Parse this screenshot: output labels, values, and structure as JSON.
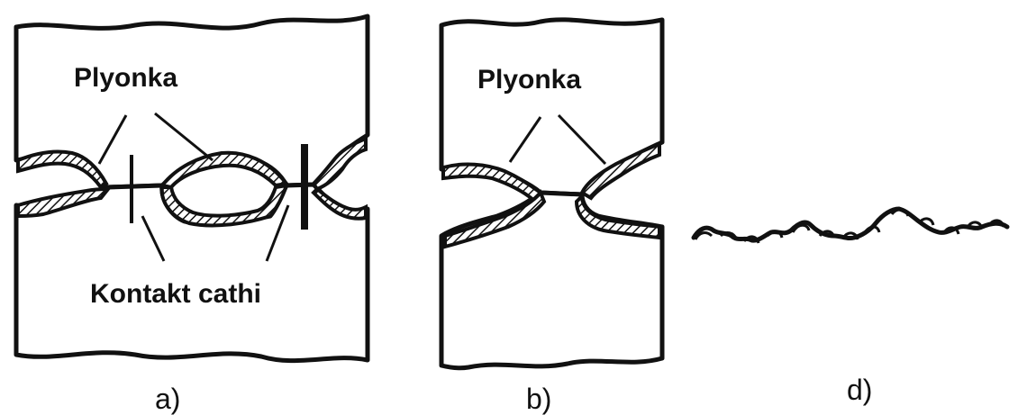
{
  "panels": {
    "a": {
      "caption": "a)",
      "film_label": "Plyonka",
      "contact_label": "Kontakt cathi"
    },
    "b": {
      "caption": "b)",
      "film_label": "Plyonka"
    },
    "d": {
      "caption": "d)"
    }
  },
  "colors": {
    "ink": "#111111",
    "background": "#ffffff"
  }
}
